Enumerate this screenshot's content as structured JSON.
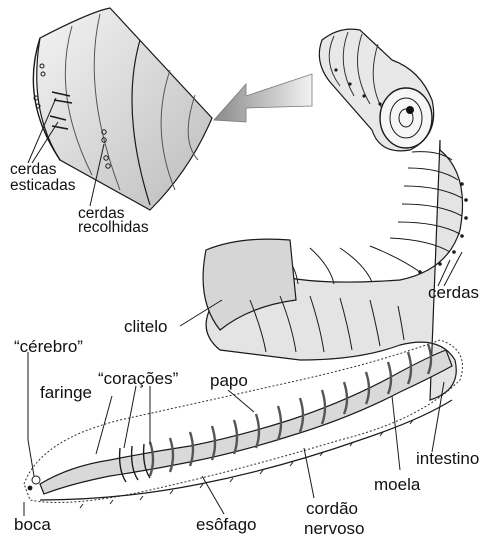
{
  "labels": {
    "cerdas_esticadas_1": "cerdas",
    "cerdas_esticadas_2": "esticadas",
    "cerdas_recolhidas_1": "cerdas",
    "cerdas_recolhidas_2": "recolhidas",
    "cerdas": "cerdas",
    "clitelo": "clitelo",
    "cerebro": "“cérebro”",
    "faringe": "faringe",
    "coracoes": "“corações”",
    "papo": "papo",
    "intestino": "intestino",
    "moela": "moela",
    "cordao_1": "cordão",
    "cordao_2": "nervoso",
    "esofago": "esôfago",
    "boca": "boca"
  },
  "colors": {
    "ink": "#1a1a1a",
    "body_fill": "#e6e6e6",
    "segment_fill": "#cfcfcf",
    "segment_shade": "#9a9a9a",
    "arrow_fill": "#bdbdbd"
  }
}
